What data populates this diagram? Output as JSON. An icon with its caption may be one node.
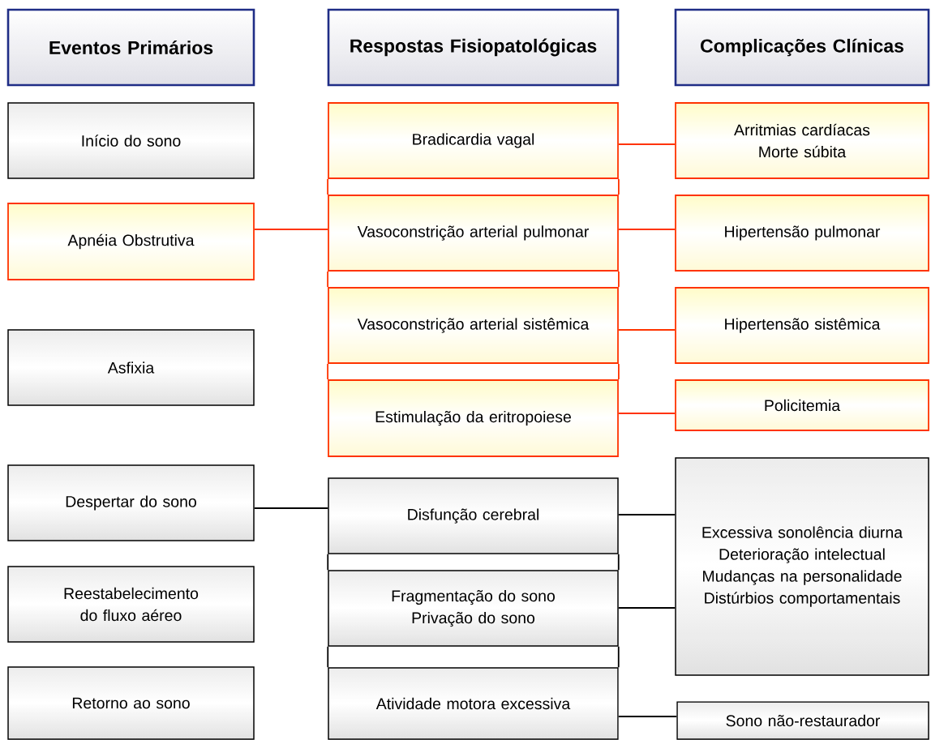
{
  "diagram": {
    "nodes": [
      {
        "text": [
          "Eventos Primários"
        ]
      },
      {
        "text": [
          "Respostas Fisiopatológicas"
        ]
      },
      {
        "text": [
          "Complicações Clínicas"
        ]
      },
      {
        "text": [
          "Início do sono"
        ]
      },
      {
        "text": [
          "Apnéia Obstrutiva"
        ]
      },
      {
        "text": [
          "Asfixia"
        ]
      },
      {
        "text": [
          "Despertar do sono"
        ]
      },
      {
        "text": [
          "Reestabelecimento do fluxo aéreo"
        ]
      },
      {
        "text": [
          "Retorno ao sono"
        ]
      },
      {
        "text": [
          "Bradicardia vagal"
        ]
      },
      {
        "text": [
          "Vasoconstrição arterial pulmonar"
        ]
      },
      {
        "text": [
          "Vasoconstrição arterial sistêmica"
        ]
      },
      {
        "text": [
          "Estimulação da eritropoiese"
        ]
      },
      {
        "text": [
          "Disfunção cerebral"
        ]
      },
      {
        "text": [
          "Fragmentação do sono",
          "Privação do sono"
        ]
      },
      {
        "text": [
          "Atividade motora excessiva"
        ]
      },
      {
        "text": [
          "Arritmias cardíacas",
          "Morte súbita"
        ]
      },
      {
        "text": [
          "Hipertensão pulmonar"
        ]
      },
      {
        "text": [
          "Hipertensão sistêmica"
        ]
      },
      {
        "text": [
          "Policitemia"
        ]
      },
      {
        "text": [
          "Excessiva sonolência diurna",
          "Deterioração intelectual",
          "Mudanças na personalidade",
          "Distúrbios comportamentais"
        ]
      },
      {
        "text": [
          "Sono não-restaurador"
        ]
      }
    ],
    "edges": [
      {
        "from": 4,
        "to": 10,
        "arrow": "none"
      },
      {
        "from": 9,
        "to": 16,
        "arrow": "none"
      },
      {
        "from": 10,
        "to": 17,
        "arrow": "none"
      },
      {
        "from": 11,
        "to": 18,
        "arrow": "none"
      },
      {
        "from": 12,
        "to": 19,
        "arrow": "none"
      },
      {
        "from": 9,
        "to": 10,
        "arrow": "none"
      },
      {
        "from": 10,
        "to": 11,
        "arrow": "none"
      },
      {
        "from": 11,
        "to": 12,
        "arrow": "none"
      },
      {
        "from": 6,
        "to": 13,
        "arrow": "none",
        "color": "#000000"
      },
      {
        "from": 13,
        "to": 20,
        "arrow": "none",
        "color": "#000000"
      },
      {
        "from": 14,
        "to": 20,
        "arrow": "none",
        "color": "#000000"
      },
      {
        "from": 15,
        "to": 21,
        "arrow": "none",
        "color": "#000000"
      },
      {
        "from": 13,
        "to": 14,
        "arrow": "none",
        "color": "#000000"
      },
      {
        "from": 14,
        "to": 15,
        "arrow": "none",
        "color": "#000000"
      }
    ]
  }
}
